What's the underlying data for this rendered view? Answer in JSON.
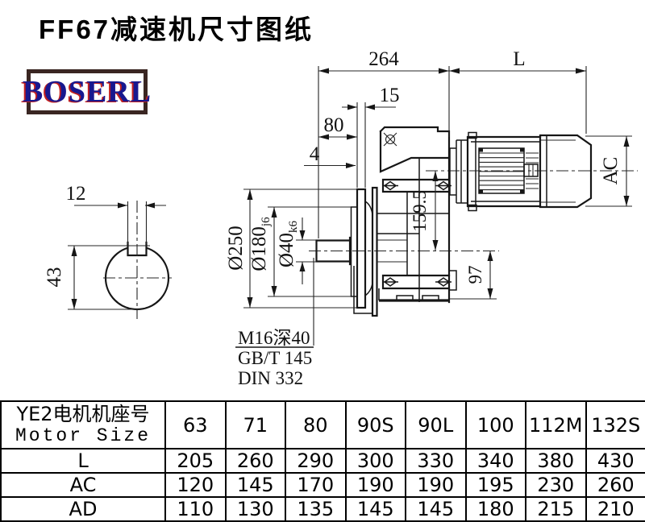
{
  "title": "FF67减速机尺寸图纸",
  "logo": {
    "text": "BOSERL"
  },
  "drawing": {
    "dims": {
      "overall": "264",
      "motor_len": "L",
      "plate_thk": "15",
      "shaft_len": "80",
      "gap": "4",
      "flange_od": "Ø250",
      "spigot": "Ø180",
      "spigot_fit": "j6",
      "shaft_d": "Ø40",
      "shaft_fit": "k6",
      "axis_offset": "159.5",
      "foot_depth": "97",
      "motor_od": "AC",
      "key_w": "12",
      "key_h": "43"
    },
    "notes": {
      "tap": "M16深40",
      "std_gb": "GB/T 145",
      "std_din": "DIN 332"
    }
  },
  "table": {
    "header_cn": "YE2电机机座号",
    "header_en": "Motor Size",
    "columns": [
      "63",
      "71",
      "80",
      "90S",
      "90L",
      "100",
      "112M",
      "132S"
    ],
    "rows": [
      {
        "label": "L",
        "values": [
          "205",
          "260",
          "290",
          "300",
          "330",
          "340",
          "380",
          "430"
        ]
      },
      {
        "label": "AC",
        "values": [
          "120",
          "145",
          "170",
          "190",
          "190",
          "195",
          "230",
          "260"
        ]
      },
      {
        "label": "AD",
        "values": [
          "110",
          "130",
          "135",
          "145",
          "145",
          "180",
          "215",
          "210"
        ]
      }
    ]
  }
}
